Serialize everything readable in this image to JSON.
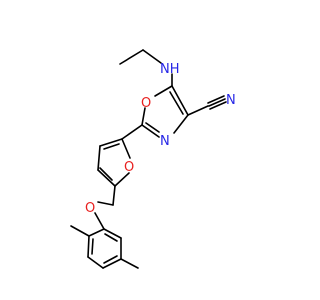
{
  "colors": {
    "background": "#ffffff",
    "bond": "#000000",
    "oxygen": "#e8201f",
    "nitrogen": "#2626e6"
  },
  "atoms": {
    "n_amine": "NH",
    "o_oxazole": "O",
    "n_oxazole": "N",
    "n_nitrile": "N",
    "o_furan": "O",
    "o_ether": "O"
  }
}
